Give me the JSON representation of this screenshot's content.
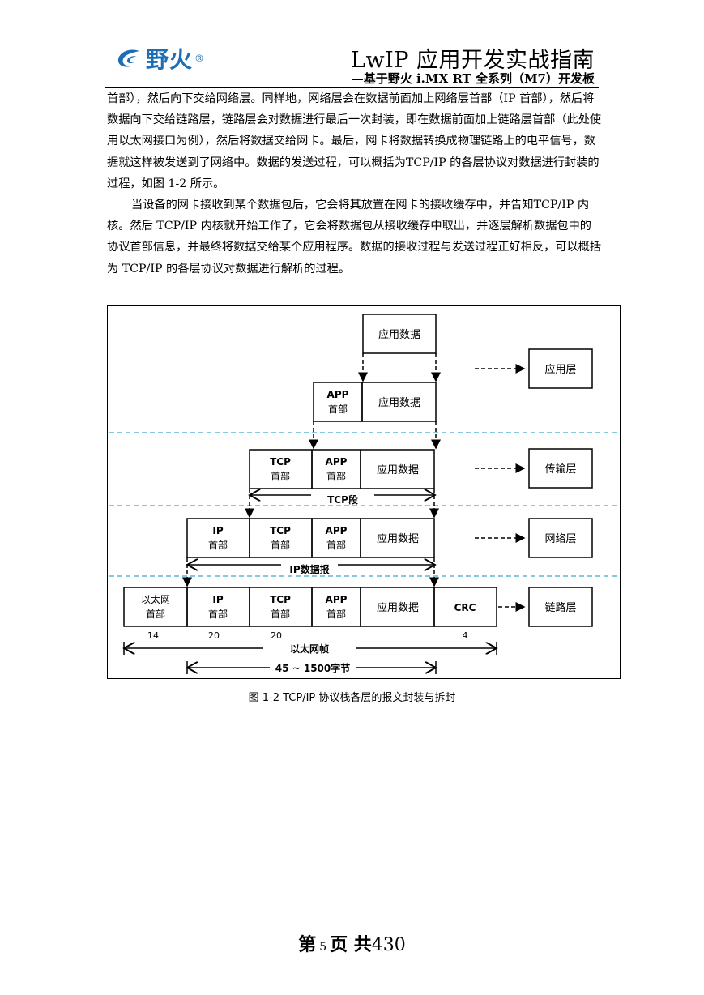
{
  "header": {
    "logo_text": "野火",
    "logo_reg": "®",
    "title": "LwIP 应用开发实战指南",
    "subtitle": "—基于野火 i.MX RT 全系列（M7）开发板"
  },
  "body": {
    "paragraph1": "首部），然后向下交给网络层。同样地，网络层会在数据前面加上网络层首部（IP 首部），然后将数据向下交给链路层，链路层会对数据进行最后一次封装，即在数据前面加上链路层首部（此处使用以太网接口为例），然后将数据交给网卡。最后，网卡将数据转换成物理链路上的电平信号，数据就这样被发送到了网络中。数据的发送过程，可以概括为TCP/IP 的各层协议对数据进行封装的过程，如图 1-2 所示。",
    "paragraph2": "当设备的网卡接收到某个数据包后，它会将其放置在网卡的接收缓存中，并告知TCP/IP 内核。然后 TCP/IP 内核就开始工作了，它会将数据包从接收缓存中取出，并逐层解析数据包中的协议首部信息，并最终将数据交给某个应用程序。数据的接收过程与发送过程正好相反，可以概括为 TCP/IP 的各层协议对数据进行解析的过程。"
  },
  "diagram": {
    "app_data": "应用数据",
    "app_hdr_1": "APP",
    "tcp_hdr_1": "TCP",
    "ip_hdr_1": "IP",
    "eth_hdr_1": "以太网",
    "hdr_2": "首部",
    "crc": "CRC",
    "layers": [
      "应用层",
      "传输层",
      "网络层",
      "链路层"
    ],
    "tcp_segment": "TCP段",
    "ip_datagram": "IP数据报",
    "eth_frame": "以太网帧",
    "payload_range": "45 ~ 1500字节",
    "sizes": [
      "14",
      "20",
      "20",
      "4"
    ]
  },
  "caption": "图 1-2 TCP/IP 协议栈各层的报文封装与拆封",
  "footer": {
    "prefix": "第",
    "page": "5",
    "middle": "页 共",
    "total": "430"
  }
}
